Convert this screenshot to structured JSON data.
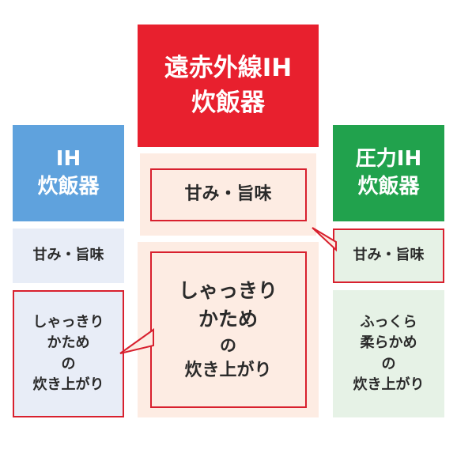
{
  "colors": {
    "left_header": "#5fa2dd",
    "center_header": "#e8202e",
    "right_header": "#21a24d",
    "left_cell": "#e8edf7",
    "center_cell": "#fdece3",
    "right_cell": "#e6f2e6",
    "highlight_border": "#d8202e"
  },
  "left": {
    "header_line1": "IH",
    "header_line2": "炊飯器",
    "cell1": "甘み・旨味",
    "cell2_line1": "しゃっきり",
    "cell2_line2": "かため",
    "cell2_line3": "の",
    "cell2_line4": "炊き上がり"
  },
  "center": {
    "header_line1": "遠赤外線IH",
    "header_line2": "炊飯器",
    "cell1": "甘み・旨味",
    "cell2_line1": "しゃっきり",
    "cell2_line2": "かため",
    "cell2_line3": "の",
    "cell2_line4": "炊き上がり"
  },
  "right": {
    "header_line1": "圧力IH",
    "header_line2": "炊飯器",
    "cell1": "甘み・旨味",
    "cell2_line1": "ふっくら",
    "cell2_line2": "柔らかめ",
    "cell2_line3": "の",
    "cell2_line4": "炊き上がり"
  }
}
